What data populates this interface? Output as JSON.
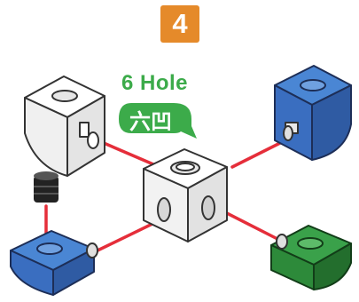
{
  "step": {
    "number": "4"
  },
  "label": {
    "english": "6 Hole",
    "chinese": "六凹"
  },
  "colors": {
    "badge": "#e58a2a",
    "label_green": "#3cab4a",
    "connector_red": "#e52e3a",
    "blue_block": "#3a6ec0",
    "green_block": "#2d8a3a",
    "white_block": "#f4f4f4",
    "black_peg": "#222222"
  }
}
